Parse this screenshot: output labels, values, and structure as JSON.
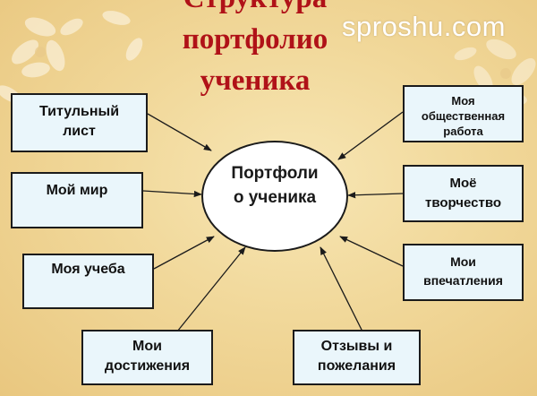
{
  "title": {
    "line1": "Структура",
    "line2": "портфолио",
    "line3": "ученика"
  },
  "watermark": "sproshu.com",
  "center": {
    "line1": "Портфоли",
    "line2": "о ученика"
  },
  "boxes": {
    "title_page": [
      "Титульный",
      "лист"
    ],
    "my_world": [
      "Мой мир"
    ],
    "my_study": [
      "Моя учеба"
    ],
    "achievements": [
      "Мои",
      "достижения"
    ],
    "reviews": [
      "Отзывы и",
      "пожелания"
    ],
    "social_work": [
      "Моя",
      "общественная",
      "работа"
    ],
    "creativity": [
      "Моё",
      "творчество"
    ],
    "impressions": [
      "Мои",
      "впечатления"
    ]
  },
  "colors": {
    "title": "#b01218",
    "box_fill": "#eaf6fb",
    "background": "#f1d89a",
    "outline": "#1b1b1b"
  }
}
